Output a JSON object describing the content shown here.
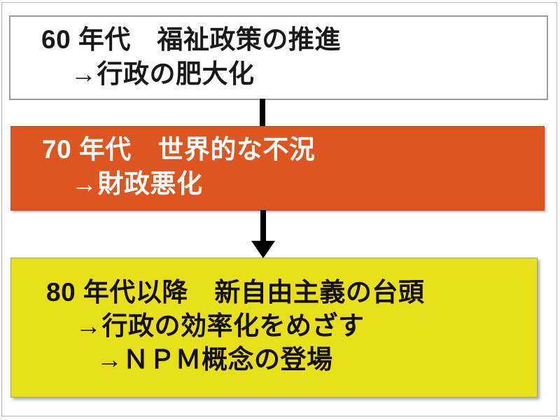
{
  "diagram": {
    "type": "flowchart-vertical",
    "title_text": "",
    "background_color": "#ffffff",
    "frame_color": "#b9b9b9",
    "nodes": [
      {
        "id": "welfare",
        "fill_color": "#ffffff",
        "border_color": "#9c9c9c",
        "text_color": "#1a1a1a",
        "lines": [
          "60 年代　福祉政策の推進",
          "→行政の肥大化"
        ]
      },
      {
        "id": "recession",
        "fill_color": "#dd5520",
        "border_color": "#b5542c",
        "text_color": "#ffffff",
        "lines": [
          "70 年代　世界的な不況",
          "→財政悪化"
        ]
      },
      {
        "id": "npm",
        "fill_color": "#e9e01c",
        "border_color": "#a8a070",
        "text_color": "#141006",
        "lines": [
          "80 年代以降　新自由主義の台頭",
          "→行政の効率化をめざす",
          "→ＮＰＭ概念の登場"
        ]
      }
    ],
    "connectors": [
      {
        "id": "welfare-to-recession",
        "from": "welfare",
        "to": "recession",
        "style": "line",
        "arrowhead": "none",
        "color": "#000000"
      },
      {
        "id": "recession-to-npm",
        "from": "recession",
        "to": "npm",
        "style": "arrow",
        "arrowhead": "solid-triangle-down",
        "color": "#000000"
      }
    ]
  }
}
